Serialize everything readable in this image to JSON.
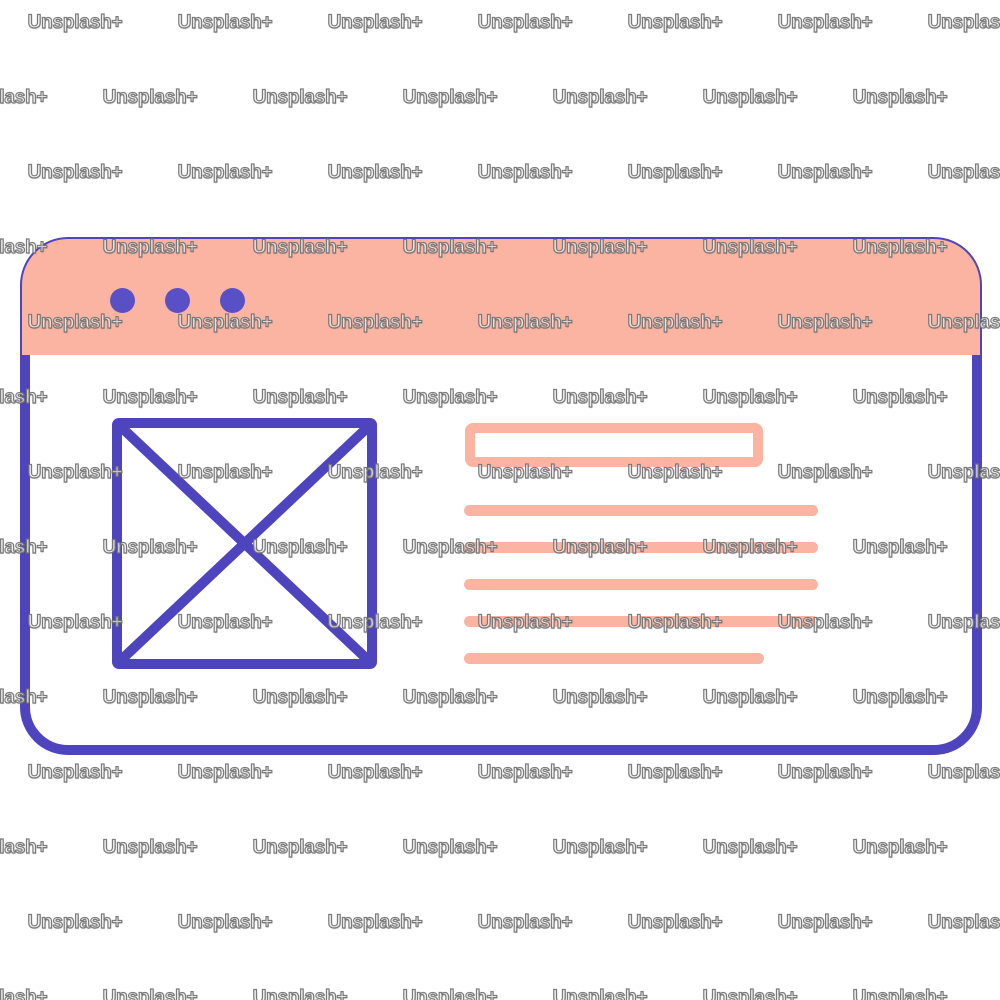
{
  "background": "#ffffff",
  "watermark": {
    "text": "Unsplash+",
    "fill_color": "rgba(255,255,255,0.72)",
    "edge_color": "rgba(112,112,112,0.92)"
  },
  "colors": {
    "pink": "#fbb4a2",
    "purple": "#4e44bd",
    "dot_purple": "#5a50c5",
    "window_background": "#ffffff"
  },
  "illustration": {
    "subject": "browser-window-wireframe",
    "titlebar_dot_count": 3,
    "text_line_count": 5
  }
}
